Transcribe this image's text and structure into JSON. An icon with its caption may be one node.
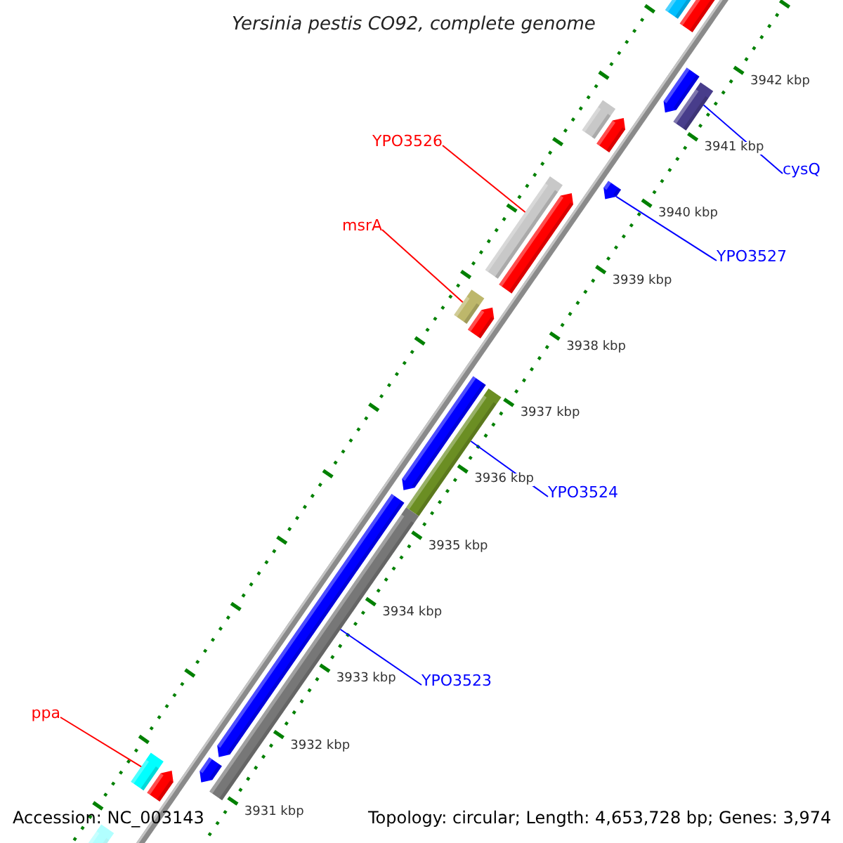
{
  "diagram": {
    "title": "Yersinia pestis CO92, complete genome",
    "nodes": [
      {
        "text": [
          "YPO3526"
        ]
      },
      {
        "text": [
          "cysQ"
        ]
      },
      {
        "text": [
          "msrA"
        ]
      },
      {
        "text": [
          "YPO3527"
        ]
      },
      {
        "text": [
          "YPO3524"
        ]
      },
      {
        "text": [
          "YPO3523"
        ]
      },
      {
        "text": [
          "ppa"
        ]
      },
      {
        "text": [],
        "shape": "bar"
      },
      {
        "text": [],
        "shape": "bar"
      },
      {
        "text": [],
        "shape": "bar"
      },
      {
        "text": [],
        "shape": "bar"
      },
      {
        "text": [],
        "shape": "bar"
      },
      {
        "text": [],
        "shape": "bar"
      },
      {
        "text": [],
        "shape": "bar"
      }
    ],
    "edges": [
      {
        "from": 0,
        "to": 7,
        "arrow": "none",
        "color": "#ff0000"
      },
      {
        "from": 1,
        "to": 8,
        "arrow": "none"
      },
      {
        "from": 2,
        "to": 9,
        "arrow": "none",
        "color": "#ff0000"
      },
      {
        "from": 3,
        "to": 10,
        "arrow": "none"
      },
      {
        "from": 4,
        "to": 11,
        "arrow": "none"
      },
      {
        "from": 5,
        "to": 12,
        "arrow": "none"
      },
      {
        "from": 6,
        "to": 13,
        "arrow": "none",
        "color": "#ff0000"
      }
    ],
    "labels": [
      "3942 kbp",
      "3941 kbp",
      "3940 kbp",
      "3939 kbp",
      "3938 kbp",
      "3937 kbp",
      "3936 kbp",
      "3935 kbp",
      "3934 kbp",
      "3933 kbp",
      "3932 kbp",
      "3931 kbp",
      "Accession: NC_003143",
      "Topology: circular; Length: 4,653,728 bp; Genes: 3,974"
    ]
  }
}
